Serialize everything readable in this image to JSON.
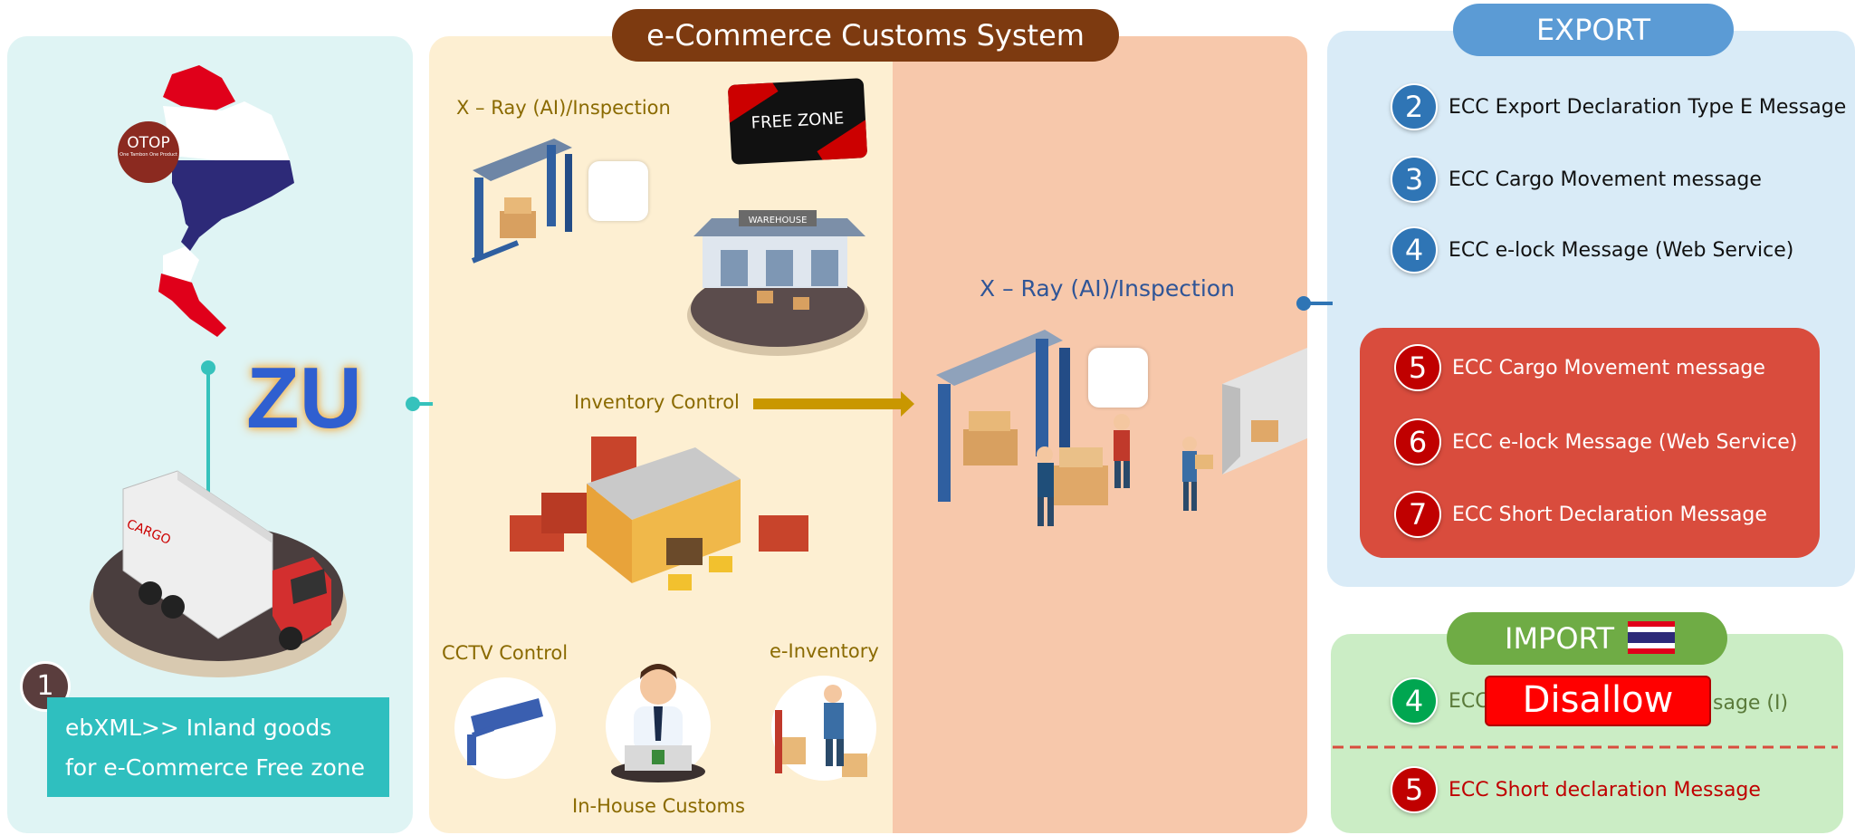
{
  "header": {
    "title": "e-Commerce Customs System"
  },
  "left": {
    "logo_text": "OTOP",
    "logo_subtext": "One Tambon One Product",
    "zu_text": "ZU",
    "step_number": "1",
    "ebxml_line1": "ebXML>> Inland goods",
    "ebxml_line2": "for e-Commerce Free zone",
    "truck_text": "CARGO"
  },
  "middle": {
    "xray_label_top": "X – Ray (AI)/Inspection",
    "freezone_label": "FREE ZONE",
    "warehouse_sign": "WAREHOUSE",
    "inventory_label": "Inventory Control",
    "cctv_label": "CCTV Control",
    "einventory_label": "e-Inventory",
    "inhouse_label": "In-House Customs",
    "xray_label_right": "X – Ray (AI)/Inspection"
  },
  "export": {
    "title": "EXPORT",
    "items": [
      {
        "num": "2",
        "text": "ECC Export Declaration Type E Message"
      },
      {
        "num": "3",
        "text": "ECC Cargo Movement message"
      },
      {
        "num": "4",
        "text": "ECC e-lock Message (Web Service)"
      }
    ],
    "red_items": [
      {
        "num": "5",
        "text": "ECC Cargo Movement message"
      },
      {
        "num": "6",
        "text": "ECC e-lock Message (Web Service)"
      },
      {
        "num": "7",
        "text": "ECC Short Declaration Message"
      }
    ]
  },
  "import": {
    "title": "IMPORT",
    "item1_num": "4",
    "item1_prefix": "ECC",
    "item1_suffix": "sage (I)",
    "disallow": "Disallow",
    "item2_num": "5",
    "item2_text": "ECC Short declaration Message"
  },
  "colors": {
    "title_pill": "#7d3a10",
    "export_pill": "#5b9bd5",
    "import_pill": "#6fac45",
    "red_panel": "#d94c3d",
    "teal": "#2fbfbf",
    "disallow": "#ff0000"
  }
}
